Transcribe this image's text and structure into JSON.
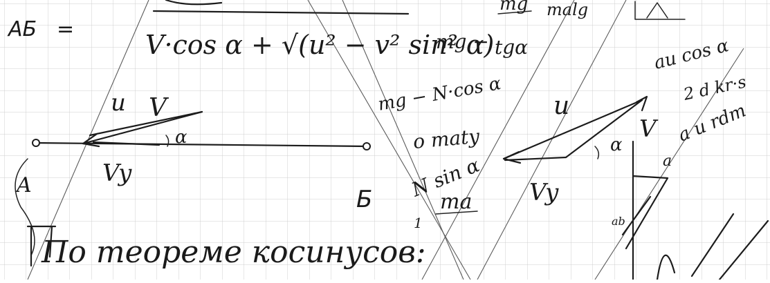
{
  "colors": {
    "paper": "#ffffff",
    "grid": "#cfcfcf",
    "ink": "#1c1c1c"
  },
  "top_notes": {
    "mg": "mg",
    "malg": "malg",
    "eq_lhs": "AБ",
    "eq_sign": "="
  },
  "formula": {
    "denominator": "V·cos α + √(u² − v² sin² α)",
    "mg": "mg −",
    "tg": "tgα"
  },
  "notes": {
    "mg_ncos": "mg − N·cos α",
    "maty": "o maty",
    "nsin": "N sin α",
    "ma": "ma",
    "one": "1",
    "u_cos": "au cos α",
    "line2": "2 d kr·s",
    "line3": "a u rdm"
  },
  "left_diagram": {
    "u": "u",
    "v": "V",
    "alpha": "α",
    "vy": "Vy",
    "point_a": "A",
    "point_b": "Б"
  },
  "right_diagram": {
    "u": "u",
    "v": "V",
    "alpha": "α",
    "vy": "Vy",
    "a": "a",
    "small": "ab"
  },
  "bottom_text": {
    "theorem": "По теореме косинусов:"
  }
}
